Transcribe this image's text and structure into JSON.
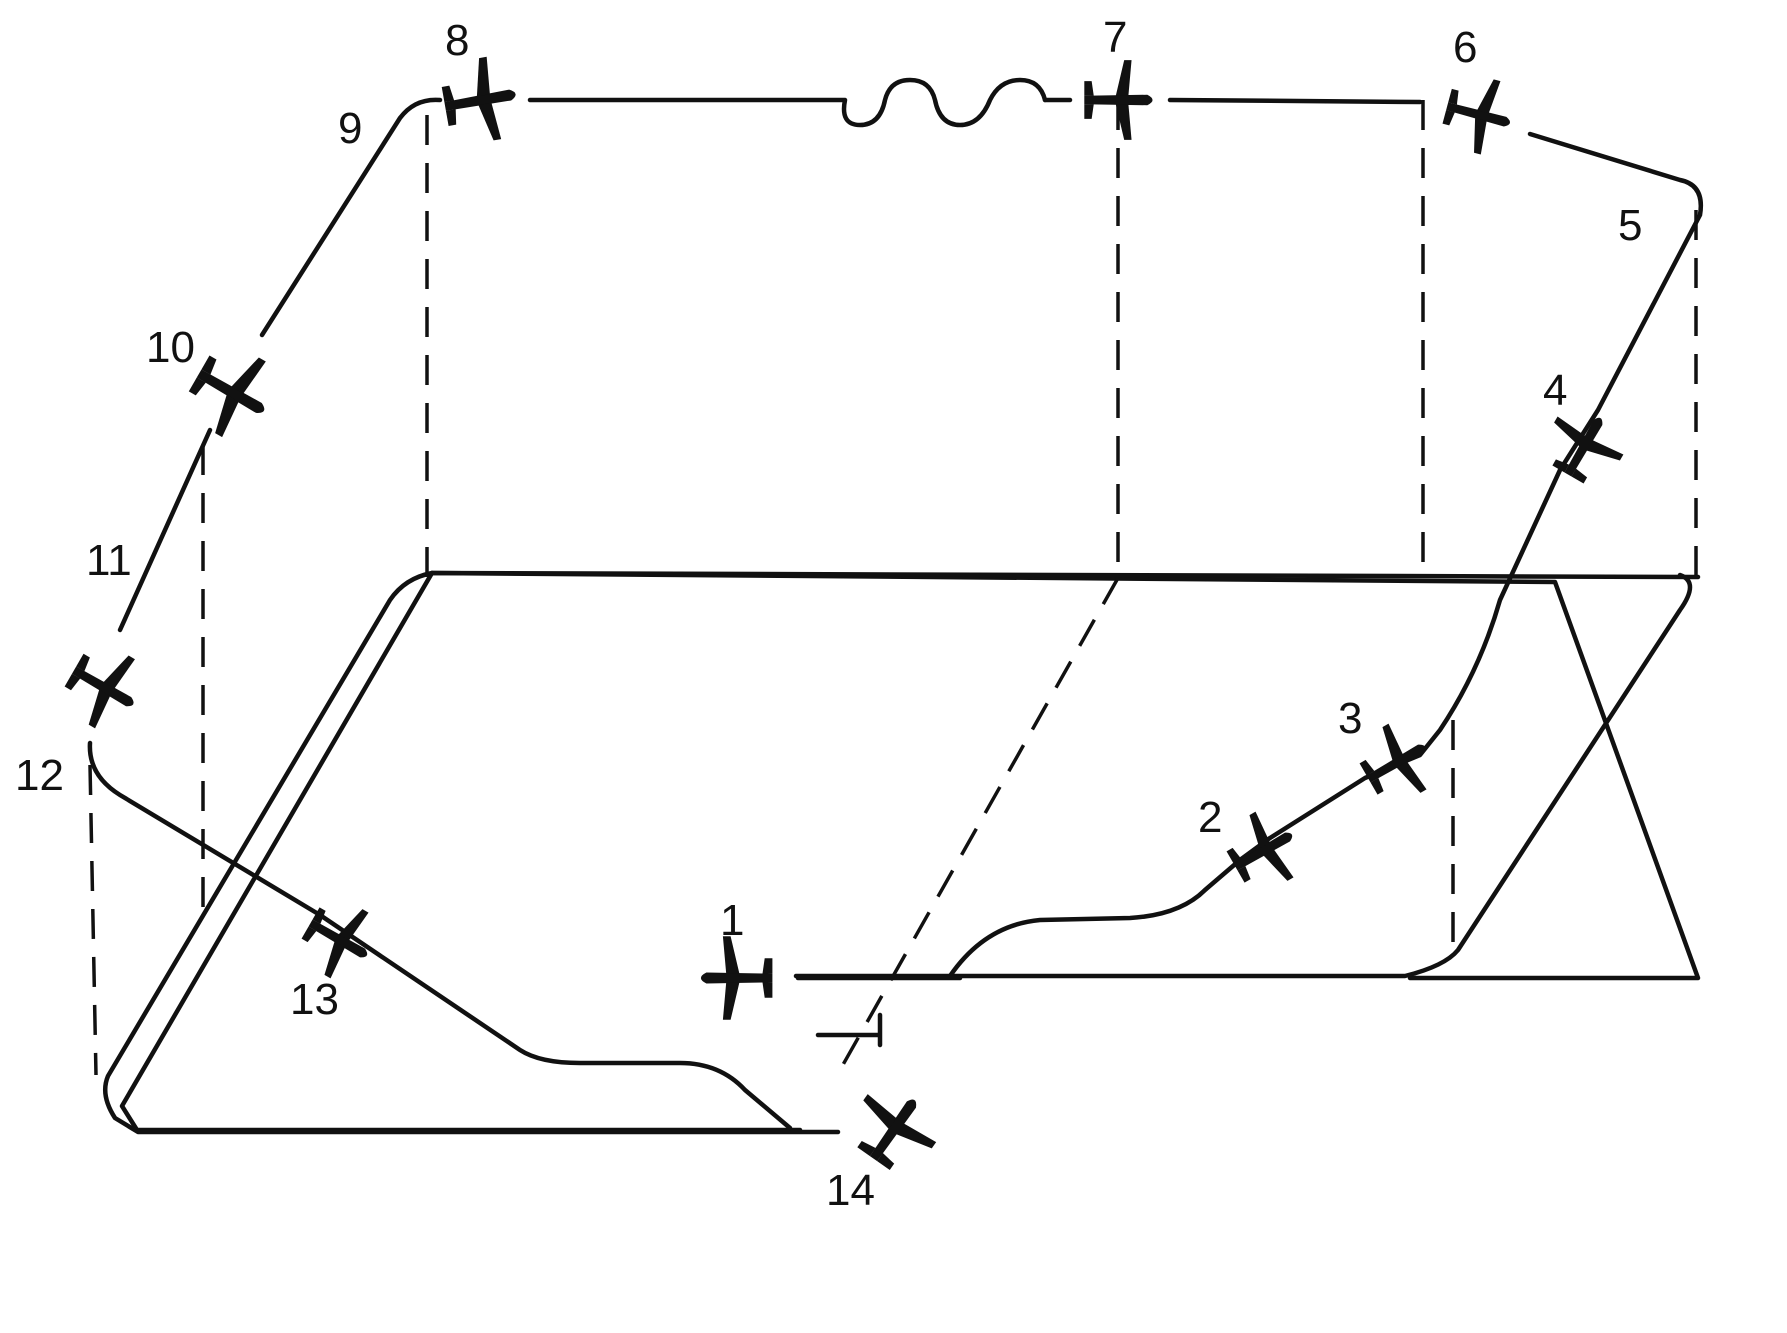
{
  "diagram": {
    "colors": {
      "ink": "#111111",
      "background": "#ffffff"
    },
    "icon": "airplane-icon",
    "positions": [
      {
        "label": "1"
      },
      {
        "label": "2"
      },
      {
        "label": "3"
      },
      {
        "label": "4"
      },
      {
        "label": "5"
      },
      {
        "label": "6"
      },
      {
        "label": "7"
      },
      {
        "label": "8"
      },
      {
        "label": "9"
      },
      {
        "label": "10"
      },
      {
        "label": "11"
      },
      {
        "label": "12"
      },
      {
        "label": "13"
      },
      {
        "label": "14"
      }
    ]
  }
}
